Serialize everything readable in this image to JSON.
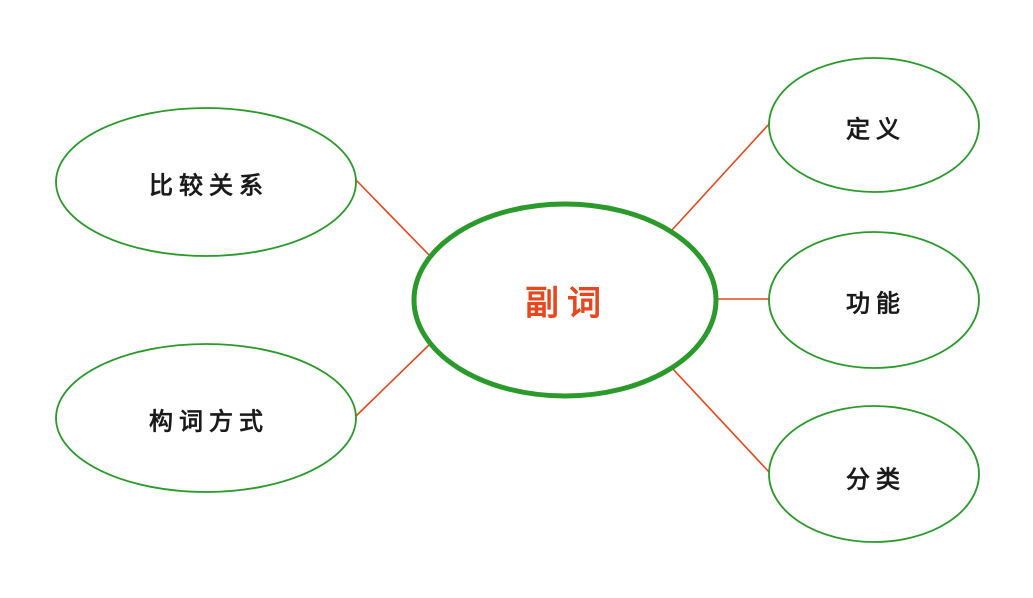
{
  "diagram": {
    "type": "mind-map",
    "colors": {
      "node_border": "#2a9a2a",
      "connector": "#e8461c",
      "center_text": "#e8461c",
      "node_text": "#1a1a1a",
      "background": "#ffffff"
    },
    "center": {
      "label": "副词"
    },
    "nodes": [
      {
        "id": "left-top",
        "label": "比较关系"
      },
      {
        "id": "left-bottom",
        "label": "构词方式"
      },
      {
        "id": "right-top",
        "label": "定义"
      },
      {
        "id": "right-middle",
        "label": "功能"
      },
      {
        "id": "right-bottom",
        "label": "分类"
      }
    ],
    "edges": [
      {
        "from": "副词",
        "to": "比较关系"
      },
      {
        "from": "副词",
        "to": "构词方式"
      },
      {
        "from": "副词",
        "to": "定义"
      },
      {
        "from": "副词",
        "to": "功能"
      },
      {
        "from": "副词",
        "to": "分类"
      }
    ]
  }
}
